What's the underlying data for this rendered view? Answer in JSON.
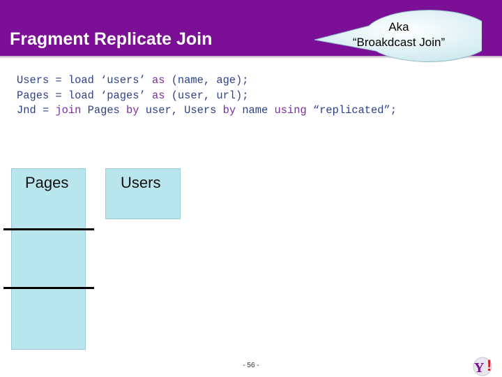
{
  "slide": {
    "title": "Fragment Replicate Join",
    "callout": {
      "line1": "Aka",
      "line2": "“Broakdcast Join”"
    },
    "code": [
      {
        "name": "line-1",
        "parts": [
          {
            "t": "Users = load ‘users’ ",
            "kw": false
          },
          {
            "t": "as",
            "kw": true
          },
          {
            "t": " (name, age);",
            "kw": false
          }
        ]
      },
      {
        "name": "line-2",
        "parts": [
          {
            "t": "Pages = load ‘pages’ ",
            "kw": false
          },
          {
            "t": "as",
            "kw": true
          },
          {
            "t": " (user, url);",
            "kw": false
          }
        ]
      },
      {
        "name": "line-3",
        "parts": [
          {
            "t": "Jnd = ",
            "kw": false
          },
          {
            "t": "join",
            "kw": true
          },
          {
            "t": " Pages ",
            "kw": false
          },
          {
            "t": "by",
            "kw": true
          },
          {
            "t": " user, Users ",
            "kw": false
          },
          {
            "t": "by",
            "kw": true
          },
          {
            "t": " name ",
            "kw": false
          },
          {
            "t": "using",
            "kw": true
          },
          {
            "t": " “replicated”;",
            "kw": false
          }
        ]
      }
    ],
    "pages_label": "Pages",
    "users_label": "Users",
    "page_number": "- 56 -",
    "logo_icon": "yahoo-logo-icon",
    "colors": {
      "header": "#7b0f95",
      "keyword": "#7a2f9e",
      "code": "#2c3f8a",
      "box_fill": "#b9e6ec"
    }
  }
}
